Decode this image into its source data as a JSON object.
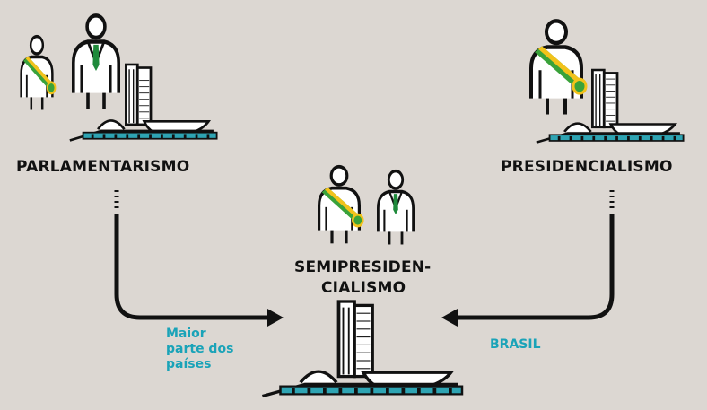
{
  "systems": {
    "parlamentarismo": "PARLAMENTARISMO",
    "presidencialismo": "PRESIDENCIALISMO",
    "semi_line1": "SEMIPRESIDEN-",
    "semi_line2": "CIALISMO"
  },
  "annotations": {
    "left_arrow": [
      "Maior",
      "parte dos",
      "países"
    ],
    "right_arrow": "BRASIL"
  },
  "colors": {
    "background": "#dcd7d2",
    "ink": "#111111",
    "teal": "#1aa3b8",
    "sash_green": "#3aa23a",
    "sash_yellow": "#f2c21b",
    "tie_green": "#1f8a3b",
    "ground": "#2ea4b3"
  },
  "icons": [
    "president-figure-icon",
    "prime-minister-figure-icon",
    "congress-building-icon",
    "arrow-icon"
  ]
}
